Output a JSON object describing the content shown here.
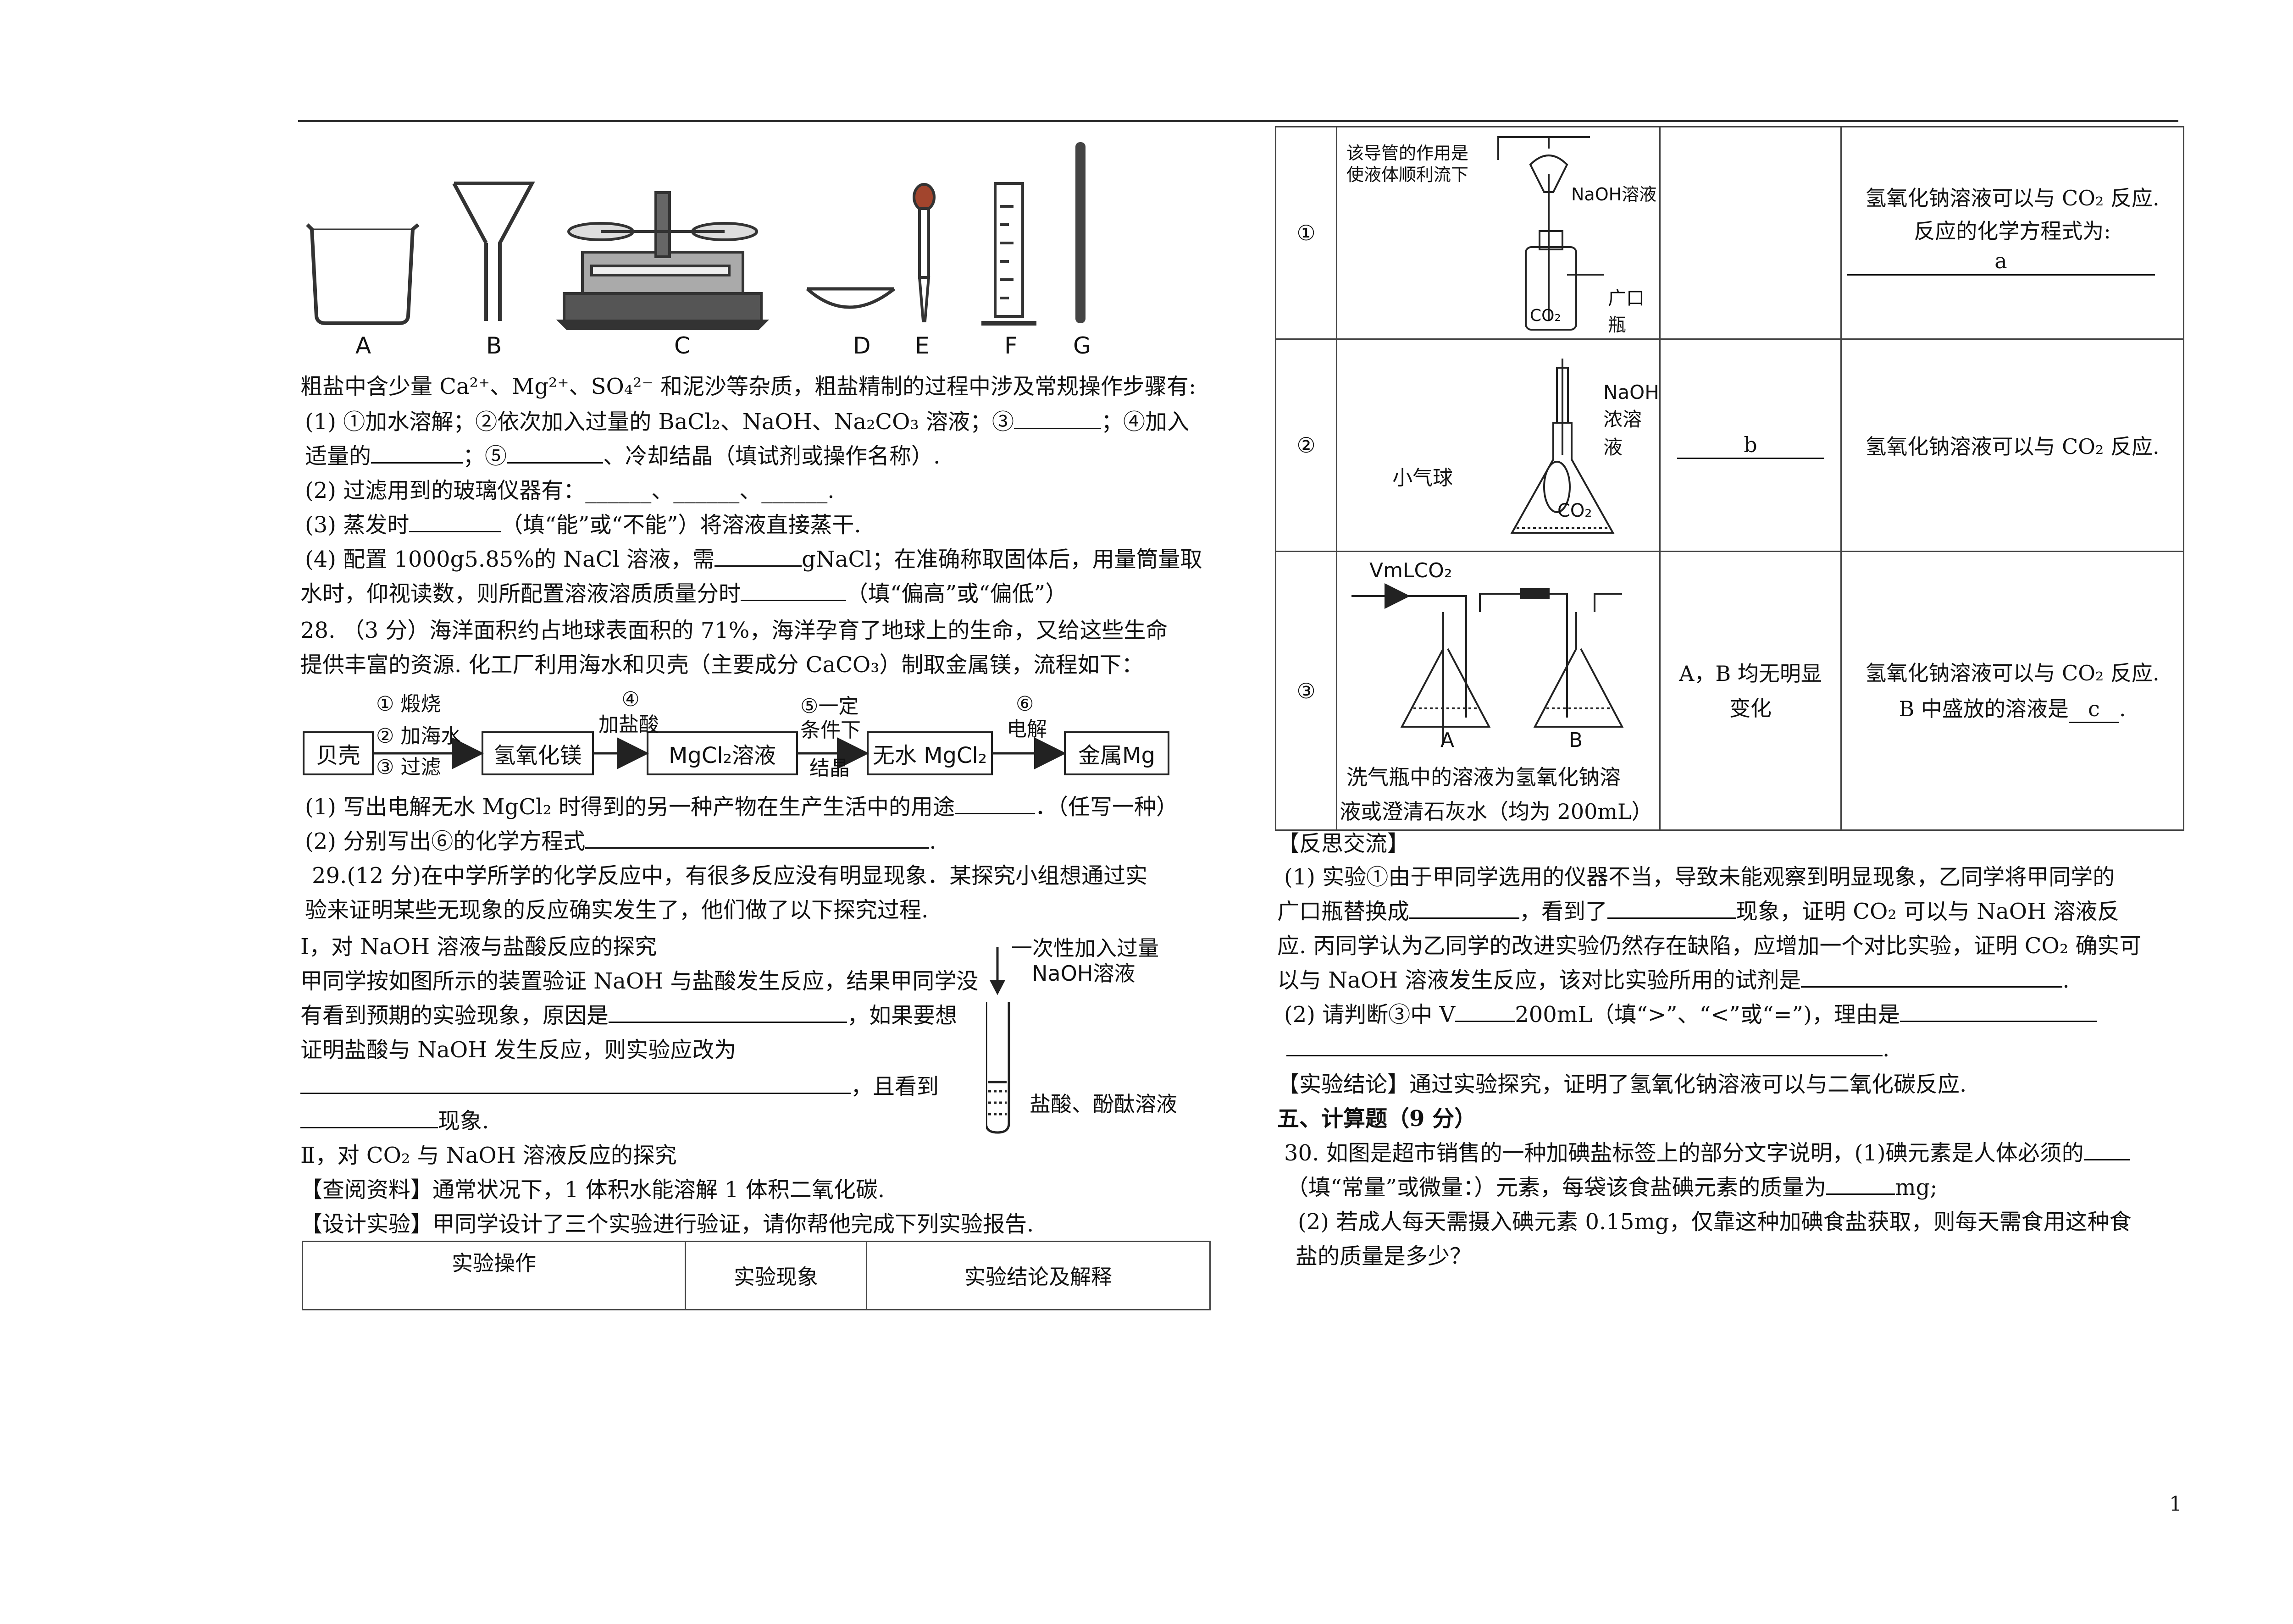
{
  "apparatus_labels": [
    "A",
    "B",
    "C",
    "D",
    "E",
    "F",
    "G"
  ],
  "left": {
    "intro": "粗盐中含少量 Ca²⁺、Mg²⁺、SO₄²⁻ 和泥沙等杂质，粗盐精制的过程中涉及常规操作步骤有:",
    "q27_1a": "(1) ①加水溶解；②依次加入过量的 BaCl₂、NaOH、Na₂CO₃ 溶液；③",
    "q27_1b": "；④加入",
    "q27_1c": "适量的",
    "q27_1d": "；⑤",
    "q27_1e": "、冷却结晶（填试剂或操作名称）.",
    "q27_2": "(2) 过滤用到的玻璃仪器有：______、______、______.",
    "q27_3a": "(3) 蒸发时",
    "q27_3b": "（填“能”或“不能”）将溶液直接蒸干.",
    "q27_4a": "(4) 配置 1000g5.85%的 NaCl 溶液，需",
    "q27_4b": "gNaCl；在准确称取固体后，用量筒量取",
    "q27_4c": "水时，仰视读数，则所配置溶液溶质质量分时",
    "q27_4d": "（填“偏高”或“偏低”）",
    "q28_head": "28.   （3 分）海洋面积约占地球表面积的 71%，海洋孕育了地球上的生命，又给这些生命",
    "q28_head2": "提供丰富的资源. 化工厂利用海水和贝壳（主要成分 CaCO₃）制取金属镁，流程如下：",
    "flow": {
      "boxes": [
        "贝壳",
        "氢氧化镁",
        "MgCl₂溶液",
        "无水 MgCl₂",
        "金属Mg"
      ],
      "step1": [
        "① 煅烧",
        "② 加海水",
        "③ 过滤"
      ],
      "step2": [
        "④",
        "加盐酸"
      ],
      "step3": [
        "⑤一定",
        "条件下",
        "结晶"
      ],
      "step4": [
        "⑥",
        "电解"
      ]
    },
    "q28_1a": "(1) 写出电解无水 MgCl₂ 时得到的另一种产物在生产生活中的用途",
    "q28_1b": "．（任写一种）",
    "q28_2a": "(2) 分别写出⑥的化学方程式",
    "q28_2b": ".",
    "q29_head": "29.(12 分)在中学所学的化学反应中，有很多反应没有明显现象．某探究小组想通过实",
    "q29_head2": "验来证明某些无现象的反应确实发生了，他们做了以下探究过程.",
    "part1_title": "Ⅰ，对 NaOH 溶液与盐酸反应的探究",
    "p1_l1": "甲同学按如图所示的装置验证 NaOH 与盐酸发生反应，结果甲同学没",
    "p1_l2a": "有看到预期的实验现象，原因是",
    "p1_l2b": "，如果要想",
    "p1_l3": "证明盐酸与 NaOH 发生反应，则实验应改为",
    "p1_l4": "，且看到",
    "p1_l5": "现象.",
    "tube_label1": "一次性加入过量",
    "tube_label2": "NaOH溶液",
    "tube_label3": "盐酸、酚酞溶液",
    "part2_title": "Ⅱ，对 CO₂ 与 NaOH 溶液反应的探究",
    "info": "【查阅资料】通常状况下，1 体积水能溶解 1 体积二氧化碳.",
    "design": "【设计实验】甲同学设计了三个实验进行验证，请你帮他完成下列实验报告.",
    "table_headers": [
      "实验操作",
      "实验现象",
      "实验结论及解释"
    ]
  },
  "right": {
    "rows": [
      {
        "num": "①",
        "diagram_labels": [
          "该导管的作用是",
          "使液体顺利流下",
          "NaOH溶液",
          "广口瓶",
          "CO₂"
        ],
        "phenomenon": "",
        "conclusion": [
          "氢氧化钠溶液可以与 CO₂ 反应.",
          "反应的化学方程式为:",
          "a"
        ]
      },
      {
        "num": "②",
        "diagram_labels": [
          "NaOH",
          "浓溶液",
          "小气球",
          "CO₂"
        ],
        "phenomenon": "b",
        "conclusion": [
          "氢氧化钠溶液可以与 CO₂ 反应."
        ]
      },
      {
        "num": "③",
        "diagram_labels": [
          "VmLCO₂",
          "A",
          "B",
          "洗气瓶中的溶液为氢氧化钠溶",
          "液或澄清石灰水（均为 200mL）"
        ],
        "phenomenon": "A，B 均无明显变化",
        "conclusion": [
          "氢氧化钠溶液可以与 CO₂ 反应.",
          "B 中盛放的溶液是",
          "c",
          "."
        ]
      }
    ],
    "reflect_title": "【反思交流】",
    "r1_a": "(1) 实验①由于甲同学选用的仪器不当，导致未能观察到明显现象，乙同学将甲同学的",
    "r1_b1": "广口瓶替换成",
    "r1_b2": "，看到了",
    "r1_b3": "现象，证明 CO₂ 可以与 NaOH 溶液反",
    "r1_c": "应. 丙同学认为乙同学的改进实验仍然存在缺陷，应增加一个对比实验，证明 CO₂ 确实可",
    "r1_d1": "以与 NaOH 溶液发生反应，该对比实验所用的试剂是",
    "r1_d2": ".",
    "r2_a1": "(2) 请判断③中 V",
    "r2_a2": "200mL（填“>”、“<”或“=”)，理由是",
    "r2_b": ".",
    "conclusion": "【实验结论】通过实验探究，证明了氢氧化钠溶液可以与二氧化碳反应.",
    "section5": "五、计算题（9 分）",
    "q30_1a": "30.  如图是超市销售的一种加碘盐标签上的部分文字说明，(1)碘元素是人体必须的",
    "q30_2a": "（填“常量”或微量：）元素，每袋该食盐碘元素的质量为",
    "q30_2b": "mg;",
    "q30_3": "(2) 若成人每天需摄入碘元素 0.15mg，仅靠这种加碘食盐获取，则每天需食用这种食",
    "q30_4": "盐的质量是多少？"
  },
  "page_number": "1"
}
